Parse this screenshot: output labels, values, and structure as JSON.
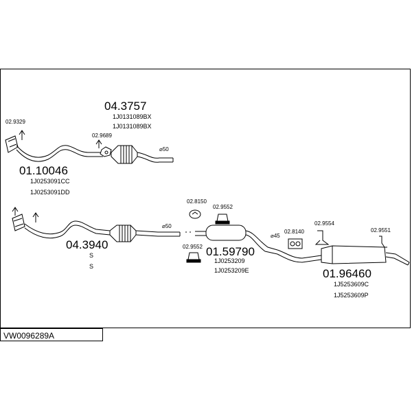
{
  "diagram_code": "VW0096289A",
  "parts": {
    "p043757": {
      "number": "04.3757",
      "refs": [
        "1J0131089BX",
        "1J0131089BX"
      ]
    },
    "p0110046": {
      "number": "01.10046",
      "refs": [
        "1J0253091CC",
        "1J0253091DD"
      ]
    },
    "p043940": {
      "number": "04.3940",
      "refs": [
        "S",
        "S"
      ]
    },
    "p0159790": {
      "number": "01.59790",
      "refs": [
        "1J0253209",
        "1J0253209E"
      ]
    },
    "p0196460": {
      "number": "01.96460",
      "refs": [
        "1J5253609C",
        "1J5253609P"
      ]
    }
  },
  "accessories": {
    "a029329": "02.9329",
    "a029689": "02.9689",
    "a028150": "02.8150",
    "a029552a": "02.9552",
    "a029552b": "02.9552",
    "a028140": "02.8140",
    "a029554": "02.9554",
    "a029551": "02.9551"
  },
  "diameters": {
    "d1": "⌀50",
    "d2": "⌀50",
    "d3": "⌀45"
  }
}
